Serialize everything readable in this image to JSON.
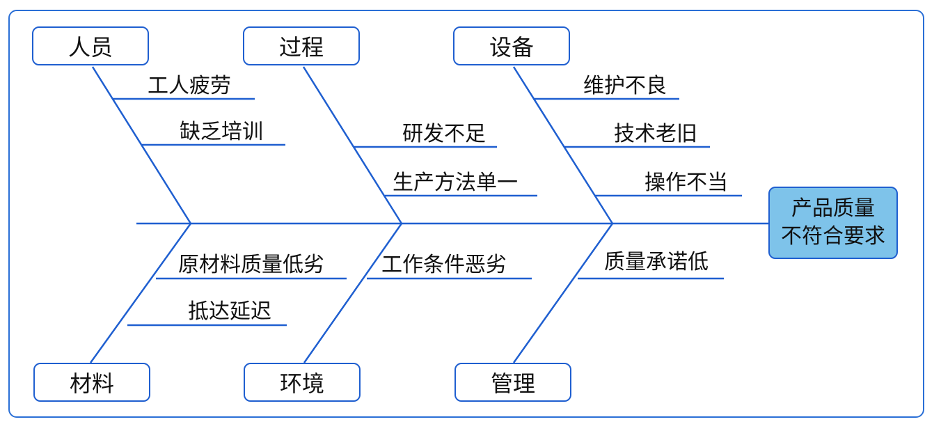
{
  "effect": {
    "line1": "产品质量",
    "line2": "不符合要求"
  },
  "categories": {
    "people": "人员",
    "process": "过程",
    "equipment": "设备",
    "material": "材料",
    "environment": "环境",
    "management": "管理"
  },
  "causes": {
    "people": [
      "工人疲劳",
      "缺乏培训"
    ],
    "process": [
      "研发不足",
      "生产方法单一"
    ],
    "equipment": [
      "维护不良",
      "技术老旧",
      "操作不当"
    ],
    "material": [
      "原材料质量低劣",
      "抵达延迟"
    ],
    "environment": [
      "工作条件恶劣"
    ],
    "management": [
      "质量承诺低"
    ]
  },
  "colors": {
    "line": "#1f5fd0",
    "effect_fill": "#7ec3ea",
    "frame": "#2a6fd6"
  }
}
